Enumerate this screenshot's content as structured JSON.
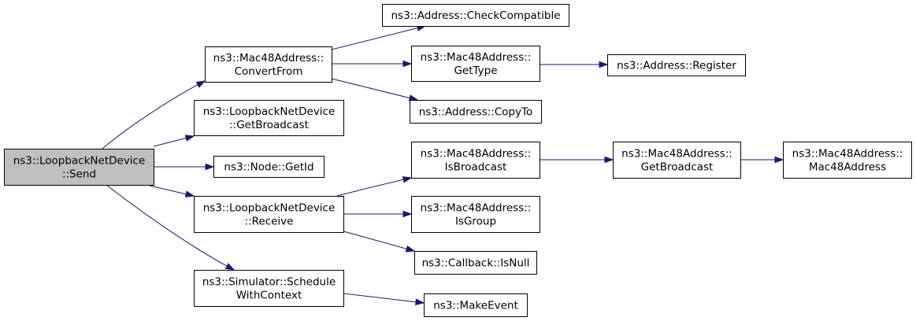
{
  "diagram": {
    "nodes": [
      {
        "id": "send",
        "lines": [
          "ns3::LoopbackNetDevice",
          "::Send"
        ],
        "root": true
      },
      {
        "id": "convertfrom",
        "lines": [
          "ns3::Mac48Address::",
          "ConvertFrom"
        ]
      },
      {
        "id": "getbroadcast_lnd",
        "lines": [
          "ns3::LoopbackNetDevice",
          "::GetBroadcast"
        ]
      },
      {
        "id": "getid",
        "lines": [
          "ns3::Node::GetId"
        ]
      },
      {
        "id": "receive",
        "lines": [
          "ns3::LoopbackNetDevice",
          "::Receive"
        ]
      },
      {
        "id": "schedulewithcontext",
        "lines": [
          "ns3::Simulator::Schedule",
          "WithContext"
        ]
      },
      {
        "id": "checkcompatible",
        "lines": [
          "ns3::Address::CheckCompatible"
        ]
      },
      {
        "id": "gettype",
        "lines": [
          "ns3::Mac48Address::",
          "GetType"
        ]
      },
      {
        "id": "copyto",
        "lines": [
          "ns3::Address::CopyTo"
        ]
      },
      {
        "id": "register",
        "lines": [
          "ns3::Address::Register"
        ]
      },
      {
        "id": "isbroadcast",
        "lines": [
          "ns3::Mac48Address::",
          "IsBroadcast"
        ]
      },
      {
        "id": "isgroup",
        "lines": [
          "ns3::Mac48Address::",
          "IsGroup"
        ]
      },
      {
        "id": "isnull",
        "lines": [
          "ns3::Callback::IsNull"
        ]
      },
      {
        "id": "makeevent",
        "lines": [
          "ns3::MakeEvent"
        ]
      },
      {
        "id": "getbroadcast_mac",
        "lines": [
          "ns3::Mac48Address::",
          "GetBroadcast"
        ]
      },
      {
        "id": "mac48address",
        "lines": [
          "ns3::Mac48Address::",
          "Mac48Address"
        ]
      }
    ],
    "edges": [
      {
        "from": "send",
        "to": "convertfrom"
      },
      {
        "from": "send",
        "to": "getbroadcast_lnd"
      },
      {
        "from": "send",
        "to": "getid"
      },
      {
        "from": "send",
        "to": "receive"
      },
      {
        "from": "send",
        "to": "schedulewithcontext"
      },
      {
        "from": "convertfrom",
        "to": "checkcompatible"
      },
      {
        "from": "convertfrom",
        "to": "gettype"
      },
      {
        "from": "convertfrom",
        "to": "copyto"
      },
      {
        "from": "gettype",
        "to": "register"
      },
      {
        "from": "receive",
        "to": "isbroadcast"
      },
      {
        "from": "receive",
        "to": "isgroup"
      },
      {
        "from": "receive",
        "to": "isnull"
      },
      {
        "from": "isbroadcast",
        "to": "getbroadcast_mac"
      },
      {
        "from": "getbroadcast_mac",
        "to": "mac48address"
      },
      {
        "from": "schedulewithcontext",
        "to": "makeevent"
      }
    ],
    "colors": {
      "edge": "#191970",
      "root_fill": "#bfbfbf",
      "node_fill": "#ffffff",
      "border": "#000000"
    }
  }
}
